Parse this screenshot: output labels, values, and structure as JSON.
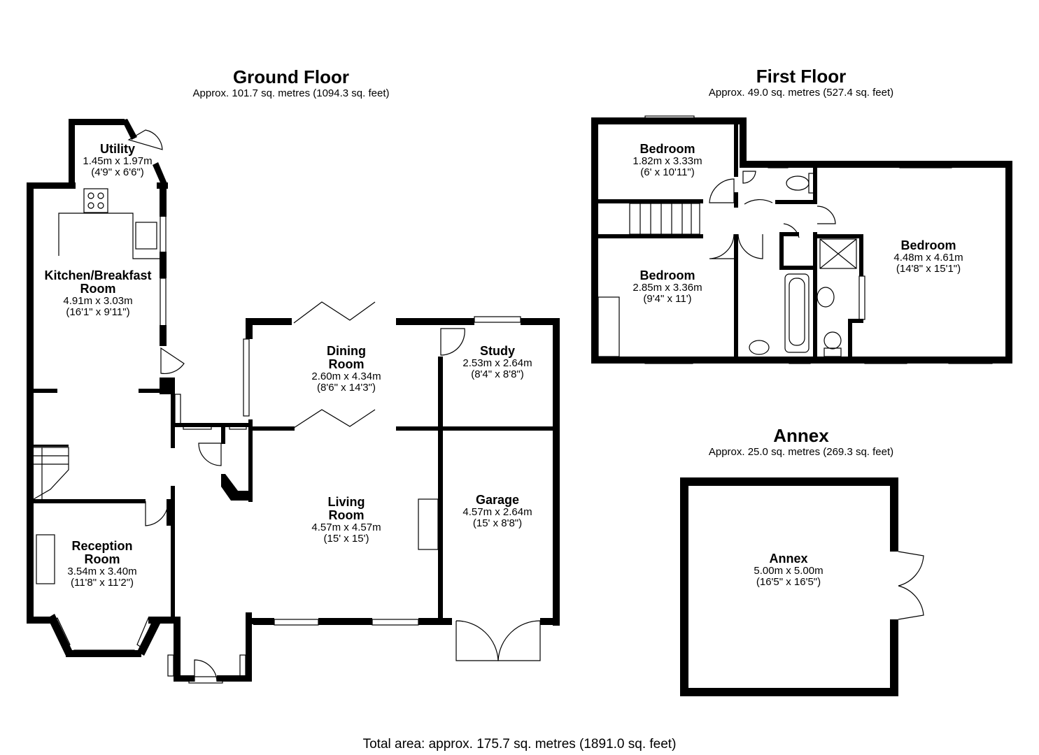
{
  "floors": {
    "ground": {
      "title": "Ground Floor",
      "area": "Approx. 101.7 sq. metres (1094.3 sq. feet)"
    },
    "first": {
      "title": "First Floor",
      "area": "Approx. 49.0 sq. metres (527.4 sq. feet)"
    },
    "annex": {
      "title": "Annex",
      "area": "Approx. 25.0 sq. metres (269.3 sq. feet)"
    }
  },
  "rooms": {
    "utility": {
      "name": "Utility",
      "metric": "1.45m x 1.97m",
      "imperial": "(4'9\" x 6'6\")"
    },
    "kitchen": {
      "name_line1": "Kitchen/Breakfast",
      "name_line2": "Room",
      "metric": "4.91m x 3.03m",
      "imperial": "(16'1\" x 9'11\")"
    },
    "dining": {
      "name_line1": "Dining",
      "name_line2": "Room",
      "metric": "2.60m x 4.34m",
      "imperial": "(8'6\" x 14'3\")"
    },
    "study": {
      "name": "Study",
      "metric": "2.53m x 2.64m",
      "imperial": "(8'4\" x 8'8\")"
    },
    "living": {
      "name_line1": "Living",
      "name_line2": "Room",
      "metric": "4.57m x 4.57m",
      "imperial": "(15' x 15')"
    },
    "garage": {
      "name": "Garage",
      "metric": "4.57m x 2.64m",
      "imperial": "(15' x 8'8\")"
    },
    "reception": {
      "name_line1": "Reception",
      "name_line2": "Room",
      "metric": "3.54m x 3.40m",
      "imperial": "(11'8\" x 11'2\")"
    },
    "bedroom1": {
      "name": "Bedroom",
      "metric": "1.82m x 3.33m",
      "imperial": "(6' x 10'11\")"
    },
    "bedroom2": {
      "name": "Bedroom",
      "metric": "2.85m x 3.36m",
      "imperial": "(9'4\" x 11')"
    },
    "bedroom3": {
      "name": "Bedroom",
      "metric": "4.48m x 4.61m",
      "imperial": "(14'8\" x 15'1\")"
    },
    "annex": {
      "name": "Annex",
      "metric": "5.00m x 5.00m",
      "imperial": "(16'5\" x 16'5\")"
    }
  },
  "total": "Total area: approx. 175.7 sq. metres (1891.0 sq. feet)"
}
